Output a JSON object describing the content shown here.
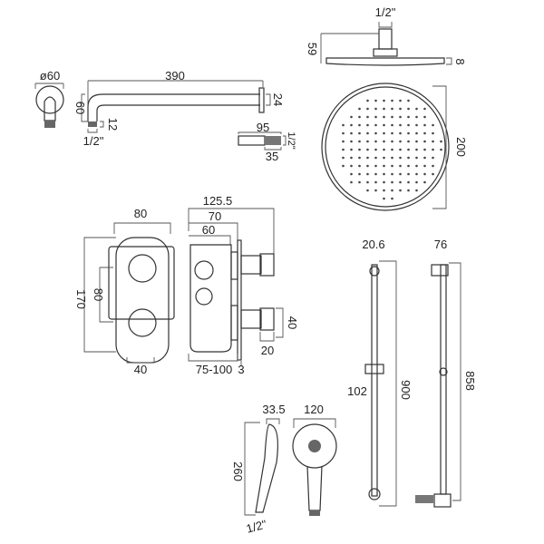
{
  "wall_bracket": {
    "diameter": "ø60"
  },
  "shower_arm": {
    "length": "390",
    "drop": "60",
    "thread_length": "12",
    "thread": "1/2\"",
    "flange": "24"
  },
  "nozzle": {
    "length": "95",
    "thread_length": "35",
    "thread": "1/2\""
  },
  "overhead_shower": {
    "inlet": "1/2\"",
    "height": "59",
    "thickness": "8",
    "diameter": "200"
  },
  "valve_front": {
    "width": "80",
    "height": "170",
    "knob_spacing": "80",
    "bottom_width": "40"
  },
  "valve_side": {
    "total_depth": "125.5",
    "depth_70": "70",
    "depth_60": "60",
    "wall_depth": "75-100",
    "plate": "3",
    "knob_diameter": "40",
    "knob_depth": "20"
  },
  "slide_rail": {
    "width": "20.6",
    "offset": "102",
    "height": "900"
  },
  "riser_rail": {
    "width": "76",
    "height": "858"
  },
  "handset": {
    "depth": "33.5",
    "width": "120",
    "length": "260",
    "thread": "1/2\""
  }
}
